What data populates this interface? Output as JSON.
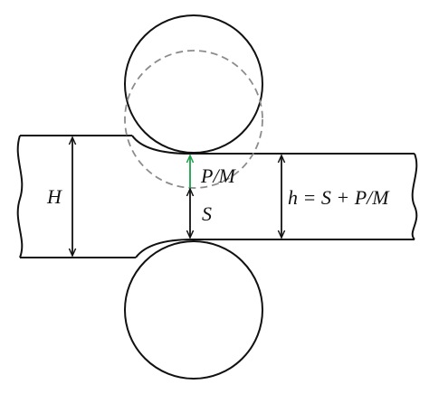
{
  "labels": {
    "entry_thickness": "H",
    "spring_stretch": "P/M",
    "roll_gap": "S",
    "exit_thickness": "h = S + P/M"
  },
  "colors": {
    "line": "#111111",
    "dashed_roll": "#8c8c8c",
    "stretch_arrow": "#1aa04a"
  }
}
